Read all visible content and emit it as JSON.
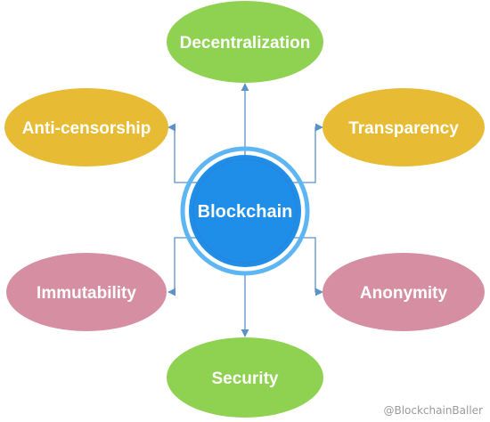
{
  "center": {
    "label": "Blockchain",
    "fill": "#1f8ee8",
    "ring": "#5db6f3",
    "accent": "#2b82d9"
  },
  "nodes": [
    {
      "id": "decentralization",
      "label": "Decentralization",
      "fill": "#8fd150"
    },
    {
      "id": "anti-censorship",
      "label": "Anti-censorship",
      "fill": "#e7bb33"
    },
    {
      "id": "transparency",
      "label": "Transparency",
      "fill": "#e7bb33"
    },
    {
      "id": "immutability",
      "label": "Immutability",
      "fill": "#d58ea2"
    },
    {
      "id": "anonymity",
      "label": "Anonymity",
      "fill": "#d58ea2"
    },
    {
      "id": "security",
      "label": "Security",
      "fill": "#8fd150"
    }
  ],
  "connector_color": "#5b92c8",
  "watermark": "@BlockchainBaller"
}
